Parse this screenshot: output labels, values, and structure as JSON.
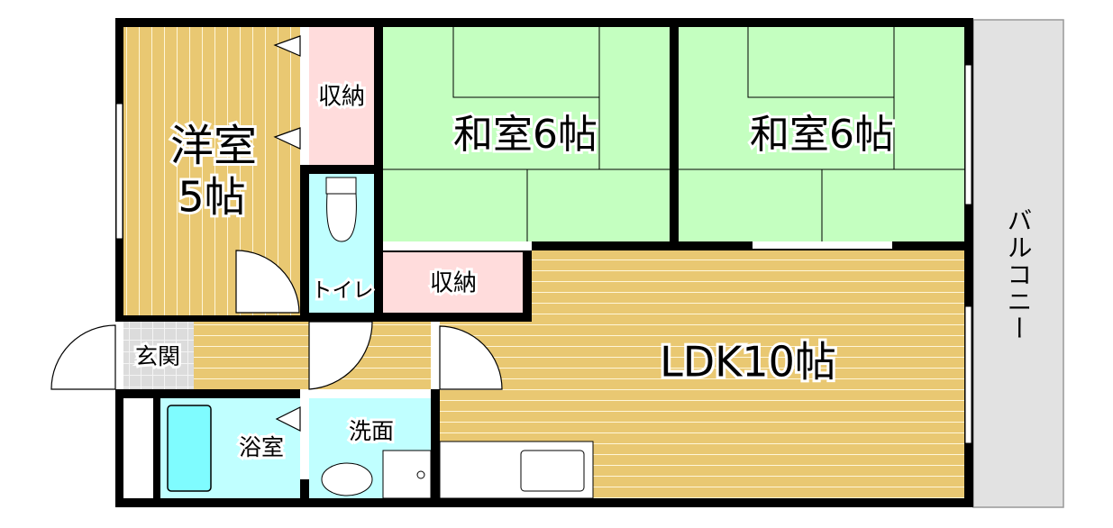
{
  "rooms": {
    "western_room": {
      "name": "洋室",
      "size": "5帖"
    },
    "japanese_room_1": "和室6帖",
    "japanese_room_2": "和室6帖",
    "ldk": "LDK10帖",
    "storage_1": "収納",
    "storage_2": "収納",
    "toilet": "トイレ",
    "entrance": "玄関",
    "bathroom": "浴室",
    "washroom": "洗面",
    "balcony": "バルコニー"
  },
  "colors": {
    "wood": "#e9c872",
    "tatami": "#c4ffc0",
    "storage": "#ffdcdc",
    "water": "#c0ffff",
    "tile": "#dcdcdc",
    "balcony": "#e2e2e2",
    "wall": "#000000"
  }
}
